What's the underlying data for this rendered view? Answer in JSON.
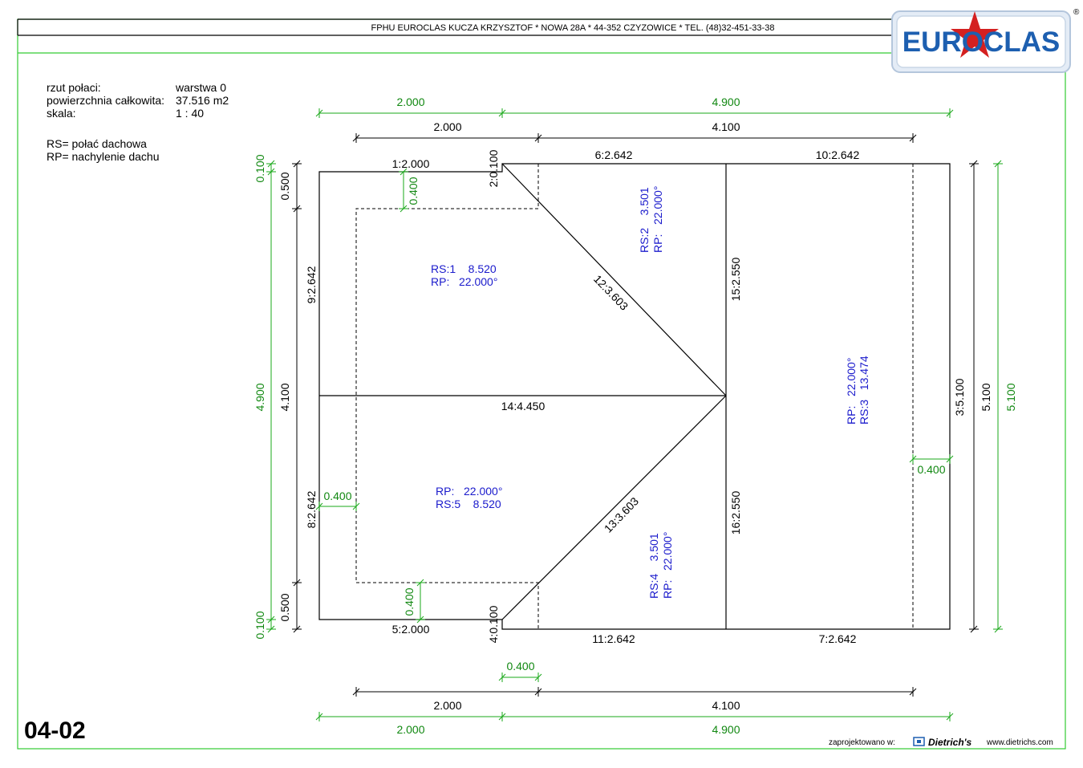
{
  "header": {
    "company_line": "FPHU EUROCLAS KUCZA KRZYSZTOF * NOWA 28A * 44-352 CZYZOWICE * TEL. (48)32-451-33-38"
  },
  "logo": {
    "text": "EUROCLAS",
    "registered": "®"
  },
  "info": {
    "label_rzut": "rzut połaci:",
    "value_rzut": "warstwa 0",
    "label_area": "powierzchnia całkowita:",
    "value_area": "37.516 m2",
    "label_scale": "skala:",
    "value_scale": "1 : 40",
    "legend_rs": "RS= połać dachowa",
    "legend_rp": "RP= nachylenie dachu"
  },
  "drawing_code": "04-02",
  "footer": {
    "designed_in": "zaprojektowano w:",
    "brand": "Dietrich's",
    "url": "www.dietrichs.com"
  },
  "dims": {
    "top_green_left": "2.000",
    "top_green_right": "4.900",
    "top_black_left": "2.000",
    "top_black_right": "4.100",
    "bottom_black_left": "2.000",
    "bottom_black_right": "4.100",
    "bottom_green_left": "2.000",
    "bottom_green_right": "4.900",
    "bottom_green_small": "0.400",
    "left_green_top": "0.100",
    "left_green_mid": "4.900",
    "left_green_bot": "0.100",
    "left_black_top": "0.500",
    "left_black_mid": "4.100",
    "left_black_bot": "0.500",
    "right_black_inner": "3:5.100",
    "right_black_outer": "5.100",
    "right_green_outer": "5.100",
    "overhang_top": "0.400",
    "overhang_left": "0.400",
    "overhang_bottom": "0.400",
    "overhang_right": "0.400"
  },
  "edges": {
    "e1": "1:2.000",
    "e2": "2:0.100",
    "e4": "4:0.100",
    "e5": "5:2.000",
    "e6": "6:2.642",
    "e7": "7:2.642",
    "e8": "8:2.642",
    "e9": "9:2.642",
    "e10": "10:2.642",
    "e11": "11:2.642",
    "e12": "12:3.603",
    "e13": "13:3.603",
    "e14": "14:4.450",
    "e15": "15:2.550",
    "e16": "16:2.550"
  },
  "surfaces": {
    "rs1_rs": "RS:1    8.520",
    "rs1_rp": "RP:   22.000°",
    "rs5_rp": "RP:   22.000°",
    "rs5_rs": "RS:5    8.520",
    "rs2_rs": "RS:2    3.501",
    "rs2_rp": "RP:   22.000°",
    "rs3_rp": "RP:   22.000°",
    "rs3_rs": "RS:3   13.474",
    "rs4_rs": "RS:4    3.501",
    "rs4_rp": "RP:   22.000°"
  },
  "colors": {
    "dimension_green": "#118811",
    "surface_blue": "#1a1acc",
    "frame_green": "#33cc33",
    "logo_blue": "#1d5fb0",
    "logo_star_red": "#d42020"
  }
}
